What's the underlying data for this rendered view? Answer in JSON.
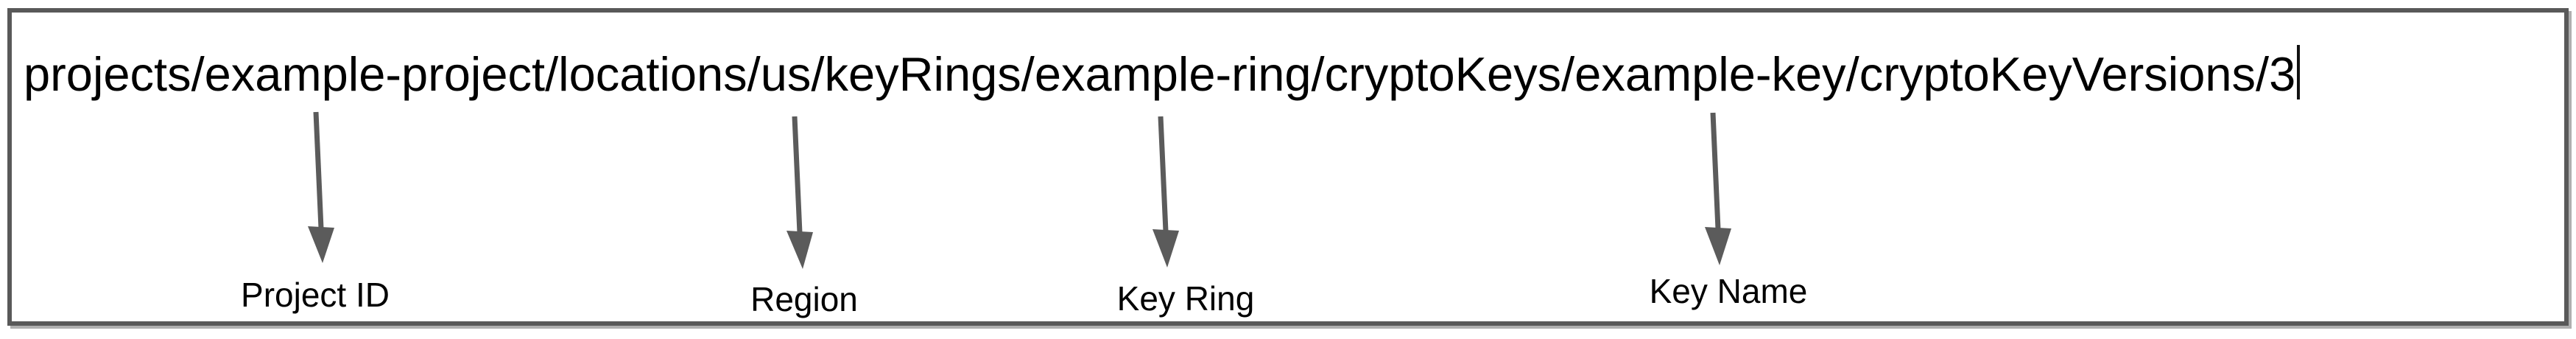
{
  "diagram": {
    "resource_path": "projects/example-project/locations/us/keyRings/example-ring/cryptoKeys/example-key/cryptoKeyVersions/3",
    "cursor_at_end": true,
    "annotations": [
      {
        "label": "Project ID",
        "points_to_segment": "example-project"
      },
      {
        "label": "Region",
        "points_to_segment": "us"
      },
      {
        "label": "Key Ring",
        "points_to_segment": "example-ring"
      },
      {
        "label": "Key Name",
        "points_to_segment": "example-key"
      }
    ],
    "colors": {
      "background": "#ffffff",
      "border": "#595959",
      "arrow": "#5b5b5b",
      "text": "#000000"
    }
  }
}
